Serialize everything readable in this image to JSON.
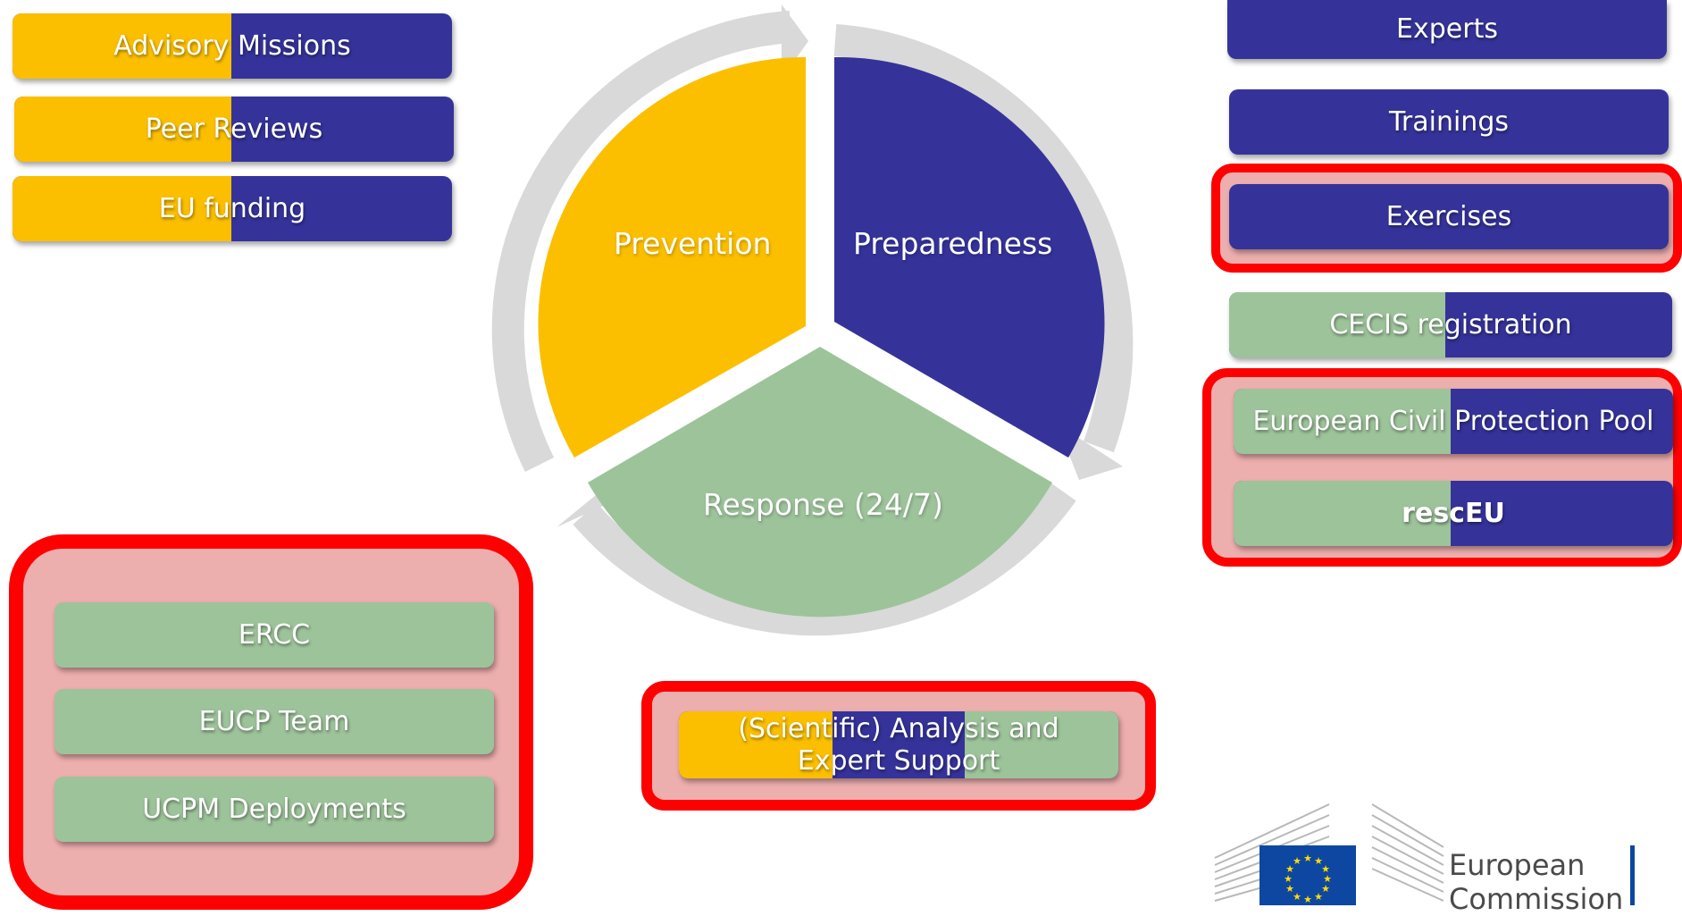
{
  "cycle": {
    "prevention": "Prevention",
    "preparedness": "Preparedness",
    "response": "Response (24/7)"
  },
  "prevention_tools": [
    "Advisory Missions",
    "Peer Reviews",
    "EU funding"
  ],
  "preparedness_tools": [
    "Experts",
    "Trainings",
    "Exercises",
    "CECIS registration",
    "European Civil Protection Pool",
    "rescEU"
  ],
  "response_tools": [
    "ERCC",
    "EUCP Team",
    "UCPM Deployments"
  ],
  "cross_cutting": "(Scientific) Analysis and Expert Support",
  "logo": {
    "line1": "European",
    "line2": "Commission"
  },
  "colors": {
    "prevention": "#fbbf00",
    "preparedness": "#35339a",
    "response": "#9dc39a",
    "highlight": "#ff0000",
    "arrow": "#d9d9d9"
  }
}
